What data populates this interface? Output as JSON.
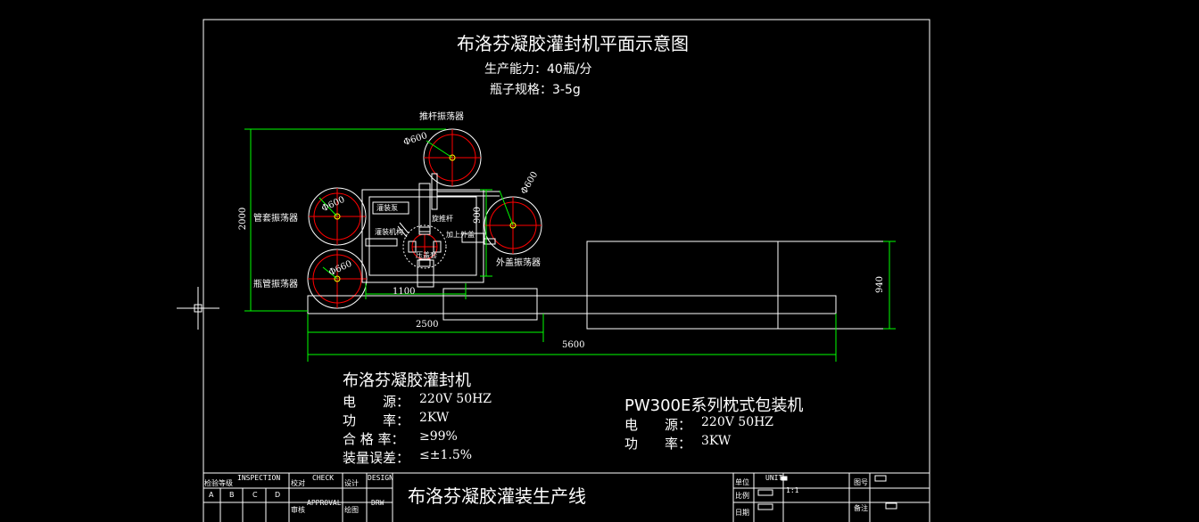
{
  "title": "布洛芬凝胶灌封机平面示意图",
  "capacity": "生产能力：40瓶/分",
  "bottle_spec": "瓶子规格：3-5g",
  "labels": {
    "push_rod_vibrator": "推杆振荡器",
    "tube_sleeve_vibrator": "管套振荡器",
    "bottle_tube_vibrator": "瓶管振荡器",
    "outer_cap_vibrator": "外盖振荡器",
    "box_tag": "灌装泵",
    "rotary_push": "旋推杆",
    "filling_mech": "灌装机构",
    "cap_add": "加上外盖",
    "center_tag": "压盖套"
  },
  "dimensions": {
    "d600_top": "Φ600",
    "d600_right": "Φ600",
    "d600_left": "Φ600",
    "d660": "Φ660",
    "v2000": "2000",
    "v900": "900",
    "h1100": "1100",
    "h2500": "2500",
    "h5600": "5600",
    "v940": "940"
  },
  "machine1": {
    "name": "布洛芬凝胶灌封机",
    "power_label": "电　　源：",
    "power": "220V 50HZ",
    "rate_label": "功　　率：",
    "rate": "2KW",
    "pass_label": "合 格 率：",
    "pass": "≥99%",
    "err_label": "装量误差：",
    "err": "≤±1.5%"
  },
  "machine2": {
    "name": "PW300E系列枕式包装机",
    "power_label": "电　　源：",
    "power": "220V 50HZ",
    "rate_label": "功　　率：",
    "rate": "3KW"
  },
  "title_block": {
    "inspection_cn": "检验等级",
    "inspection_en": "INSPECTION",
    "grades": [
      "A",
      "B",
      "C",
      "D"
    ],
    "check_cn": "校对",
    "check_en": "CHECK",
    "design_cn": "设计",
    "design_en": "DESIGN",
    "approval_cn": "审核",
    "approval_en": "APPROVAL",
    "drawn_cn": "绘图",
    "drawn_en": "DRW",
    "drawing_title": "布洛芬凝胶灌装生产线",
    "unit_cn": "单位",
    "unit_en": "UNIT:",
    "scale_cn": "比例",
    "scale_val": "1:1",
    "date_cn": "日期",
    "drawing_no": "图号",
    "remark": "备注"
  },
  "colors": {
    "white": "#ffffff",
    "red": "#ff0000",
    "green": "#00ff00",
    "yellow": "#ffff00"
  }
}
